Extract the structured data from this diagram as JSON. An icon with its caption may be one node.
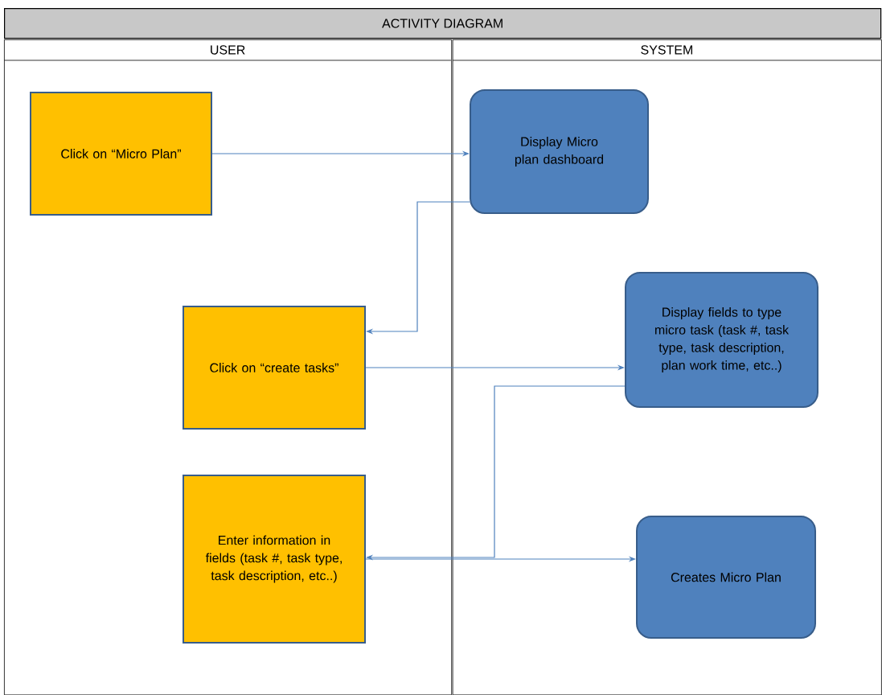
{
  "diagram": {
    "title": "ACTIVITY DIAGRAM",
    "nodes": [
      {
        "text": [
          "USER"
        ]
      },
      {
        "text": [
          "SYSTEM"
        ]
      },
      {
        "text": [
          "Click on “Micro Plan”"
        ],
        "in": 0
      },
      {
        "text": [
          "Display Micro plan dashboard"
        ],
        "in": 1
      },
      {
        "text": [
          "Click on “create tasks”"
        ],
        "in": 0
      },
      {
        "text": [
          "Display fields to type micro task (task #, task type, task description, plan work time, etc..)"
        ],
        "in": 1
      },
      {
        "text": [
          "Enter information in fields (task #, task type, task description, etc..)"
        ],
        "in": 0
      },
      {
        "text": [
          "Creates Micro Plan"
        ],
        "in": 1
      }
    ],
    "edges": [
      {
        "from": 2,
        "to": 3,
        "arrow": "to"
      },
      {
        "from": 3,
        "to": 4,
        "arrow": "to"
      },
      {
        "from": 4,
        "to": 5,
        "arrow": "to"
      },
      {
        "from": 5,
        "to": 6,
        "arrow": "to"
      },
      {
        "from": 6,
        "to": 7,
        "arrow": "to"
      }
    ]
  }
}
